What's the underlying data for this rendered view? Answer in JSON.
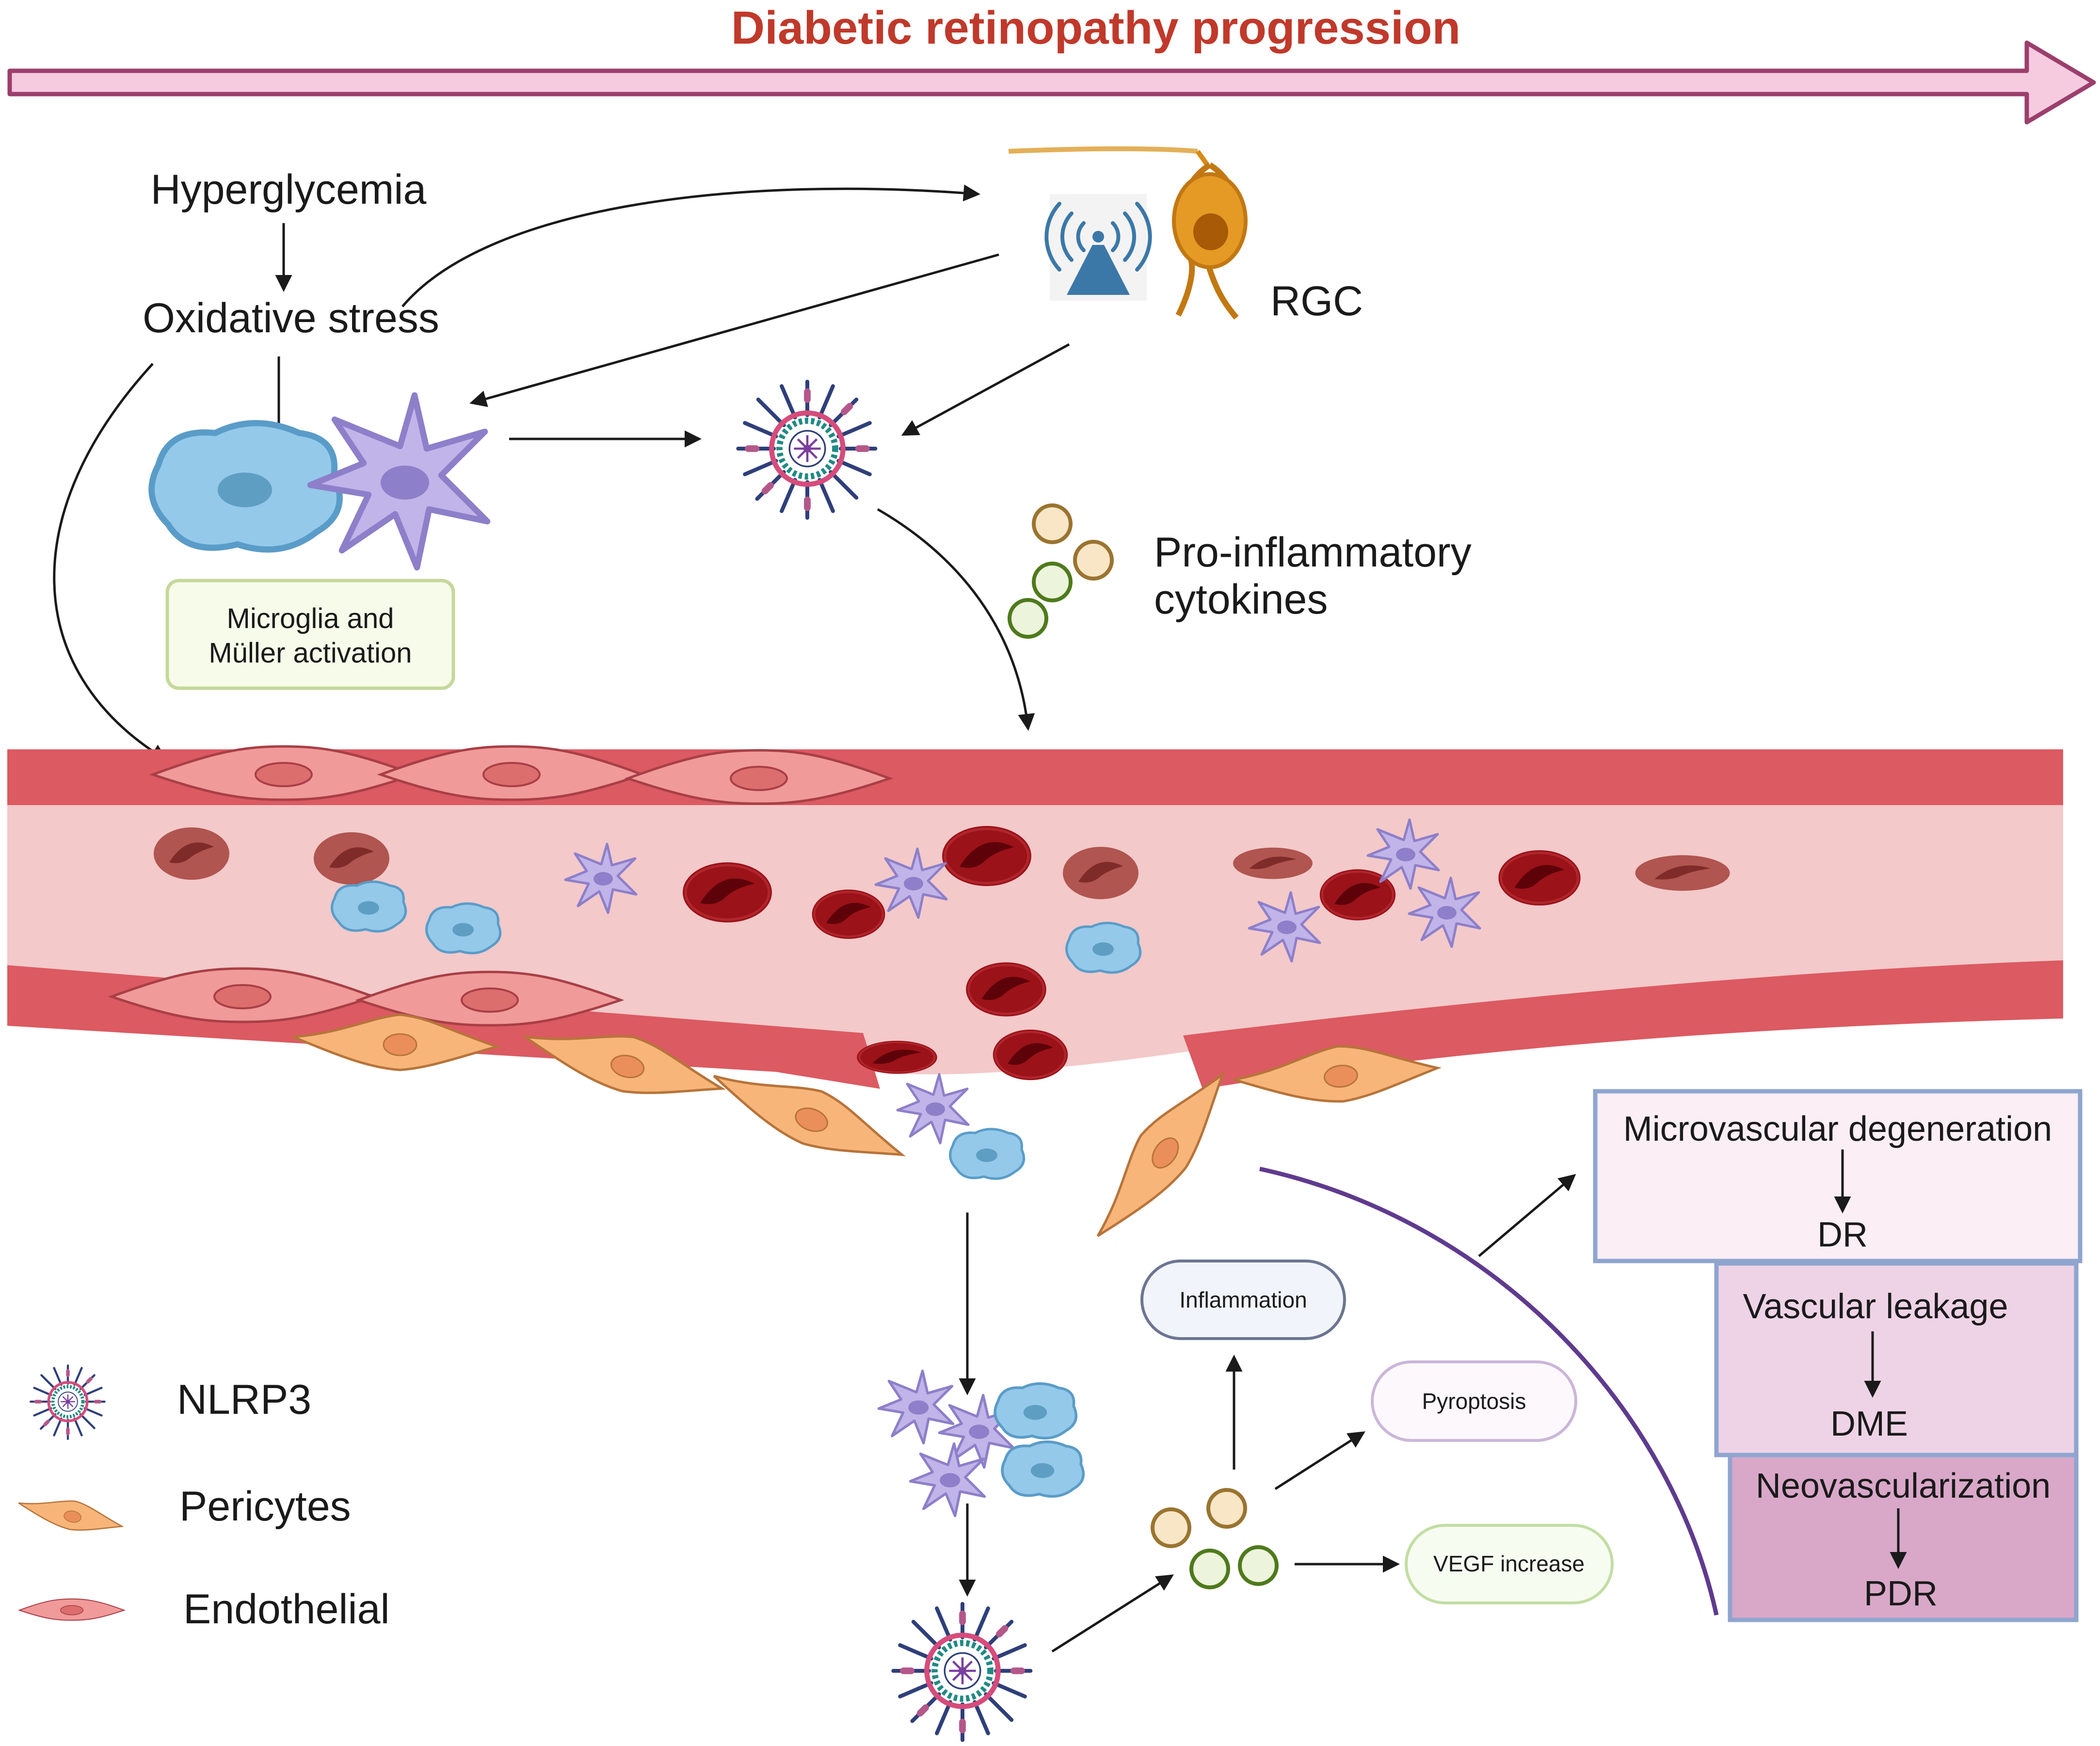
{
  "title": "Diabetic retinopathy progression",
  "labels": {
    "hyperglycemia": "Hyperglycemia",
    "oxidative_stress": "Oxidative stress",
    "rgc": "RGC",
    "microglia_line1": "Microglia and",
    "microglia_line2": "Müller activation",
    "cytokines_line1": "Pro-inflammatory",
    "cytokines_line2": "cytokines",
    "inflammation": "Inflammation",
    "pyroptosis": "Pyroptosis",
    "vegf": "VEGF increase"
  },
  "stages": [
    {
      "top": "Microvascular degeneration",
      "bottom": "DR"
    },
    {
      "top": "Vascular leakage",
      "bottom": "DME"
    },
    {
      "top": "Neovascularization",
      "bottom": "PDR"
    }
  ],
  "legend": [
    {
      "label": "NLRP3",
      "icon": "nlrp3-icon"
    },
    {
      "label": "Pericytes",
      "icon": "pericyte-icon"
    },
    {
      "label": "Endothelial",
      "icon": "endothelial-icon"
    }
  ],
  "colors": {
    "title": "#c0392b",
    "progress_arrow_fill": "#f6cbe0",
    "progress_arrow_stroke": "#9b3f6c",
    "vessel_wall": "#dc5a62",
    "vessel_lumen": "#f3c9ca",
    "rbc": "#9b1219",
    "pericyte": "#f7b57a",
    "microglia": "#c1b4e8",
    "muller": "#94c9ea",
    "stage1": "#fbeef5",
    "stage2": "#eed3e6",
    "stage3": "#d9a8c9",
    "stage_border": "#8fa5cf"
  }
}
